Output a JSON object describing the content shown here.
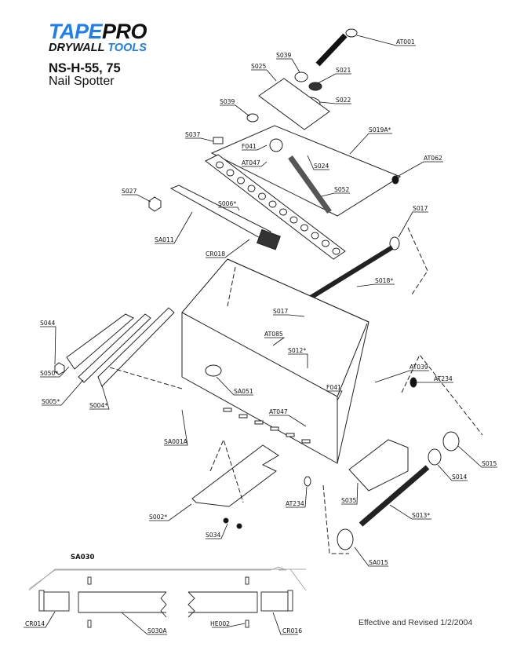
{
  "header": {
    "brand_part1": "TAPE",
    "brand_part2": "PRO",
    "tagline_part1": "DRYWALL ",
    "tagline_part2": "TOOLS",
    "model": "NS-H-55, 75",
    "product_name": "Nail Spotter"
  },
  "colors": {
    "brand_blue": "#1f7ff0",
    "text": "#111111",
    "line": "#222222"
  },
  "parts": [
    {
      "id": "AT001"
    },
    {
      "id": "S039"
    },
    {
      "id": "S025"
    },
    {
      "id": "S021"
    },
    {
      "id": "S022"
    },
    {
      "id": "S039"
    },
    {
      "id": "S037"
    },
    {
      "id": "S019A*"
    },
    {
      "id": "F041"
    },
    {
      "id": "AT047"
    },
    {
      "id": "S024"
    },
    {
      "id": "AT062"
    },
    {
      "id": "S027"
    },
    {
      "id": "S052"
    },
    {
      "id": "S006*"
    },
    {
      "id": "S017"
    },
    {
      "id": "SA011"
    },
    {
      "id": "CR018"
    },
    {
      "id": "S018*"
    },
    {
      "id": "S017"
    },
    {
      "id": "S044"
    },
    {
      "id": "AT085"
    },
    {
      "id": "S012*"
    },
    {
      "id": "AT039"
    },
    {
      "id": "S050*"
    },
    {
      "id": "AT234"
    },
    {
      "id": "F041"
    },
    {
      "id": "SA051"
    },
    {
      "id": "S005*"
    },
    {
      "id": "S004*"
    },
    {
      "id": "AT047"
    },
    {
      "id": "SA001A"
    },
    {
      "id": "S015"
    },
    {
      "id": "S014"
    },
    {
      "id": "S035"
    },
    {
      "id": "AT234"
    },
    {
      "id": "S002*"
    },
    {
      "id": "S013*"
    },
    {
      "id": "S034"
    },
    {
      "id": "SA015"
    }
  ],
  "subassembly": {
    "title": "SA030",
    "parts": [
      {
        "id": "CR014"
      },
      {
        "id": "S030A"
      },
      {
        "id": "HE002"
      },
      {
        "id": "CR016"
      }
    ]
  },
  "footer": {
    "revision": "Effective and Revised 1/2/2004"
  }
}
